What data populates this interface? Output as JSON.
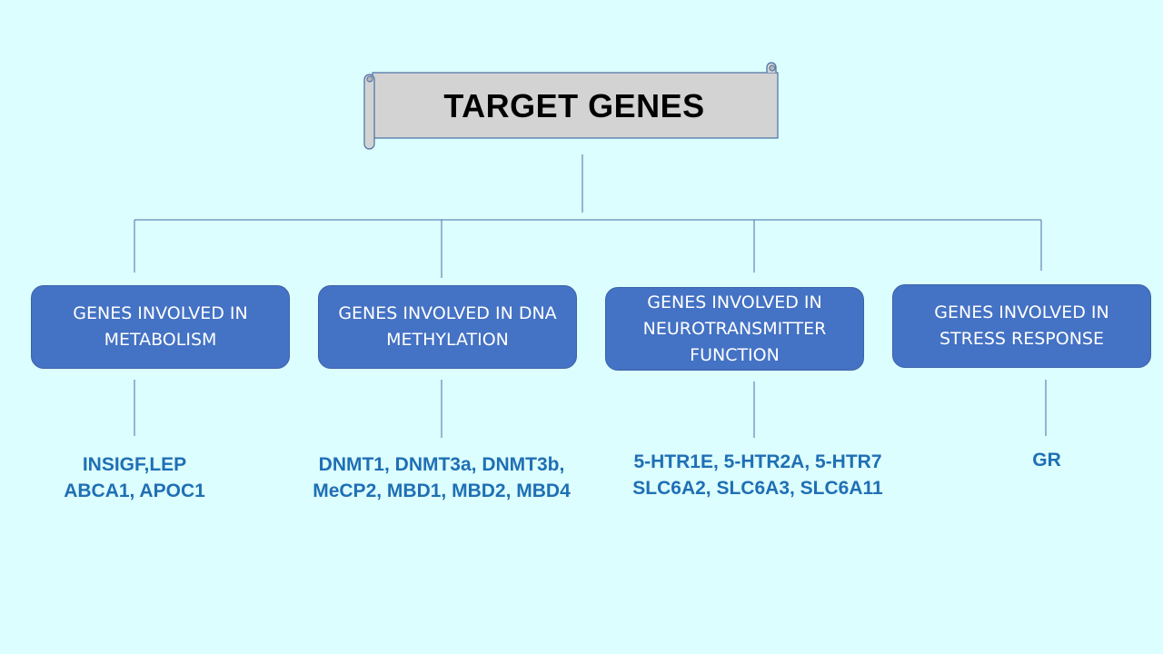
{
  "title": "TARGET GENES",
  "colors": {
    "background": "#dcfefe",
    "box_fill": "#4472c4",
    "box_text": "#ffffff",
    "gene_text": "#1f6fb5",
    "title_fill": "#d3d3d3",
    "connector": "#4a6fa5"
  },
  "categories": [
    {
      "label": "GENES INVOLVED IN\nMETABOLISM",
      "genes": "INSIGF,LEP\nABCA1, APOC1"
    },
    {
      "label": "GENES INVOLVED IN DNA\nMETHYLATION",
      "genes": "DNMT1, DNMT3a, DNMT3b,\nMeCP2, MBD1, MBD2, MBD4"
    },
    {
      "label": "GENES INVOLVED IN\nNEUROTRANSMITTER\nFUNCTION",
      "genes": "5-HTR1E, 5-HTR2A, 5-HTR7\nSLC6A2, SLC6A3, SLC6A11"
    },
    {
      "label": "GENES INVOLVED IN\nSTRESS RESPONSE",
      "genes": "GR"
    }
  ]
}
